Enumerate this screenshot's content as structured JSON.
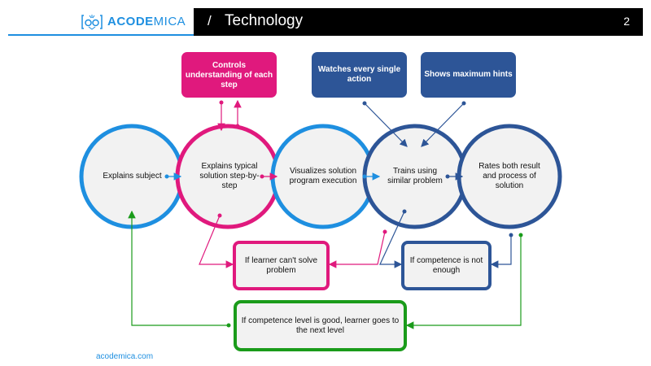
{
  "header": {
    "logo_text_bold": "ACODE",
    "logo_text_light": "MICA",
    "section_title": "Technology",
    "page_number": "2"
  },
  "circles": [
    {
      "id": "explains-subject",
      "label": "Explains subject",
      "color": "#1e8fe0"
    },
    {
      "id": "explains-solution",
      "label": "Explains typical solution step-by-step",
      "color": "#e0197d"
    },
    {
      "id": "visualizes",
      "label": "Visualizes solution program execution",
      "color": "#1e8fe0"
    },
    {
      "id": "trains",
      "label": "Trains using similar problem",
      "color": "#2d5597"
    },
    {
      "id": "rates",
      "label": "Rates both result and process of solution",
      "color": "#2d5597"
    }
  ],
  "top_boxes": [
    {
      "id": "controls",
      "label": "Controls understanding of each step",
      "color": "#e0197d"
    },
    {
      "id": "watches",
      "label": "Watches every single action",
      "color": "#2d5597"
    },
    {
      "id": "hints",
      "label": "Shows maximum hints",
      "color": "#2d5597"
    }
  ],
  "bottom_boxes": [
    {
      "id": "cant-solve",
      "label": "If learner can't solve problem",
      "color": "#e0197d"
    },
    {
      "id": "not-enough",
      "label": "If competence is not enough",
      "color": "#2d5597"
    },
    {
      "id": "good-level",
      "label": "If competence level is good, learner goes to the next level",
      "color": "#1a9b1a"
    }
  ],
  "footer": {
    "website": "acodemica.com"
  }
}
